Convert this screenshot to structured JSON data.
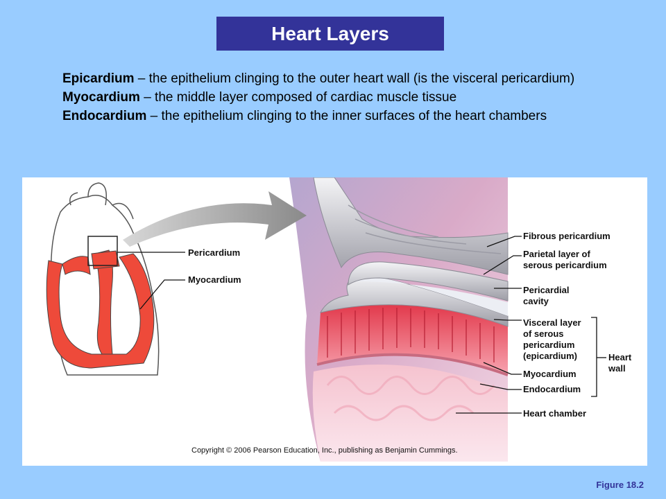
{
  "slide": {
    "title": "Heart Layers",
    "figure_number": "Figure 18.2"
  },
  "definitions": [
    {
      "term": "Epicardium",
      "text": " – the epithelium clinging to the outer heart wall (is the visceral pericardium)"
    },
    {
      "term": "Myocardium",
      "text": " – the middle layer composed of cardiac muscle tissue"
    },
    {
      "term": "Endocardium",
      "text": " – the epithelium clinging to the inner surfaces of the heart chambers"
    }
  ],
  "diagram": {
    "left_labels": {
      "pericardium": "Pericardium",
      "myocardium": "Myocardium"
    },
    "right_labels": {
      "fibrous_pericardium": "Fibrous pericardium",
      "parietal_layer_1": "Parietal layer of",
      "parietal_layer_2": "serous pericardium",
      "pericardial_cavity_1": "Pericardial",
      "pericardial_cavity_2": "cavity",
      "visceral_1": "Visceral layer",
      "visceral_2": "of serous",
      "visceral_3": "pericardium",
      "visceral_4": "(epicardium)",
      "myocardium": "Myocardium",
      "endocardium": "Endocardium",
      "heart_chamber": "Heart chamber",
      "heart_wall_1": "Heart",
      "heart_wall_2": "wall"
    },
    "copyright": "Copyright © 2006 Pearson Education, Inc., publishing as Benjamin Cummings."
  },
  "colors": {
    "background": "#99ccff",
    "title_bg": "#333399",
    "myocardium_red": "#ee4a3a"
  }
}
